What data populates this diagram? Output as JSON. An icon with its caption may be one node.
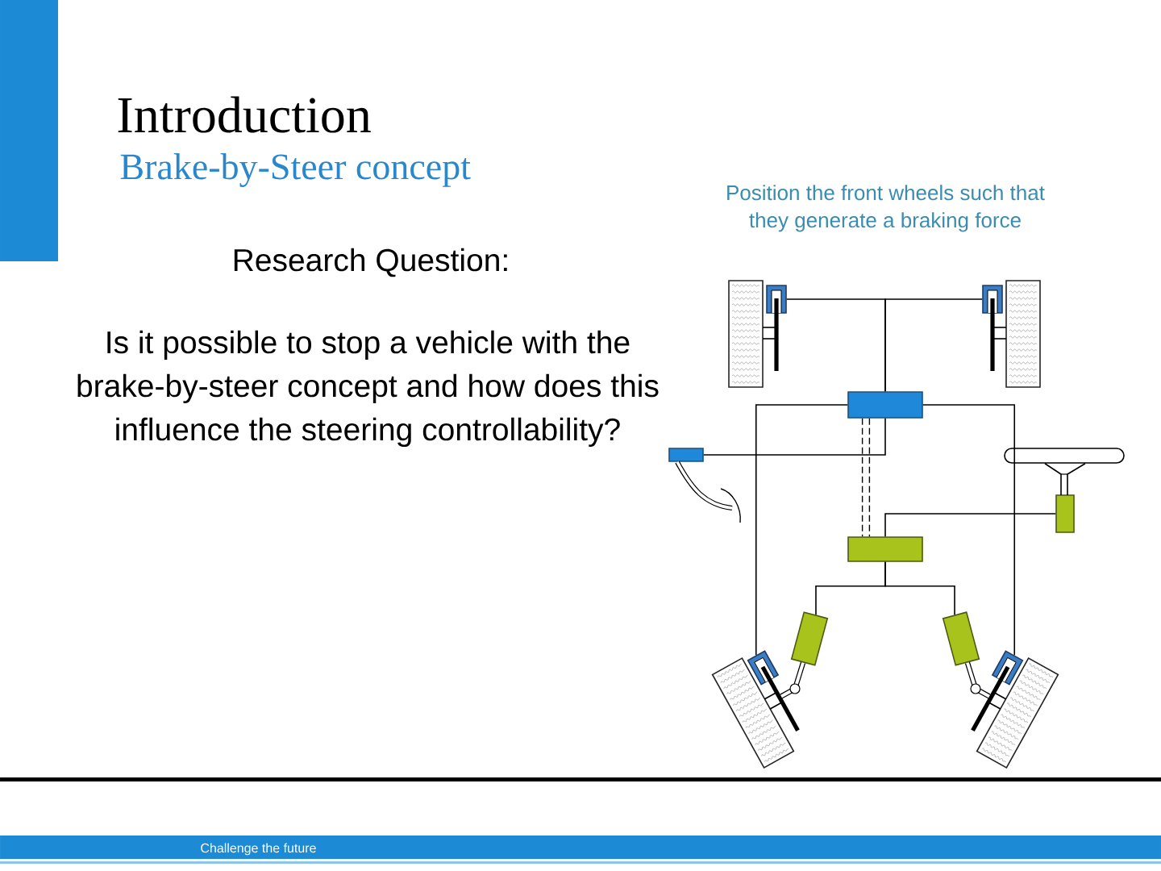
{
  "diagram": {
    "title": "Introduction",
    "nodes": [
      {
        "text": [],
        "shape": "wheel"
      },
      {
        "text": [],
        "shape": "box"
      },
      {
        "text": [],
        "shape": "box"
      },
      {
        "text": [],
        "shape": "wheel"
      },
      {
        "text": [],
        "shape": "box"
      },
      {
        "text": [],
        "shape": "box"
      },
      {
        "text": [],
        "shape": "box"
      },
      {
        "text": [],
        "shape": "box"
      },
      {
        "text": [],
        "shape": "box"
      },
      {
        "text": [],
        "shape": "box"
      },
      {
        "text": [],
        "shape": "wheel"
      },
      {
        "text": [],
        "shape": "box"
      },
      {
        "text": [],
        "shape": "box"
      },
      {
        "text": [],
        "shape": "wheel"
      }
    ],
    "edges": [
      {
        "from": 4,
        "to": 1,
        "arrow": "none"
      },
      {
        "from": 4,
        "to": 2,
        "arrow": "none"
      },
      {
        "from": 4,
        "to": 11,
        "arrow": "none"
      },
      {
        "from": 4,
        "to": 12,
        "arrow": "none"
      },
      {
        "from": 5,
        "to": 4,
        "arrow": "none"
      },
      {
        "from": 4,
        "to": 7,
        "arrow": "none",
        "style": "dashed"
      },
      {
        "from": 6,
        "to": 7,
        "arrow": "none"
      },
      {
        "from": 7,
        "to": 8,
        "arrow": "none"
      },
      {
        "from": 7,
        "to": 9,
        "arrow": "none"
      },
      {
        "from": 8,
        "to": 10,
        "arrow": "none",
        "style": "thick"
      },
      {
        "from": 9,
        "to": 13,
        "arrow": "none",
        "style": "thick"
      }
    ],
    "labels": [
      "Brake-by-Steer concept",
      "Research Question:",
      "Is it possible to stop a vehicle with the brake-by-steer concept and how does this influence the steering controllability?",
      "Position the front wheels such that they generate a braking force",
      "Challenge the future"
    ]
  }
}
